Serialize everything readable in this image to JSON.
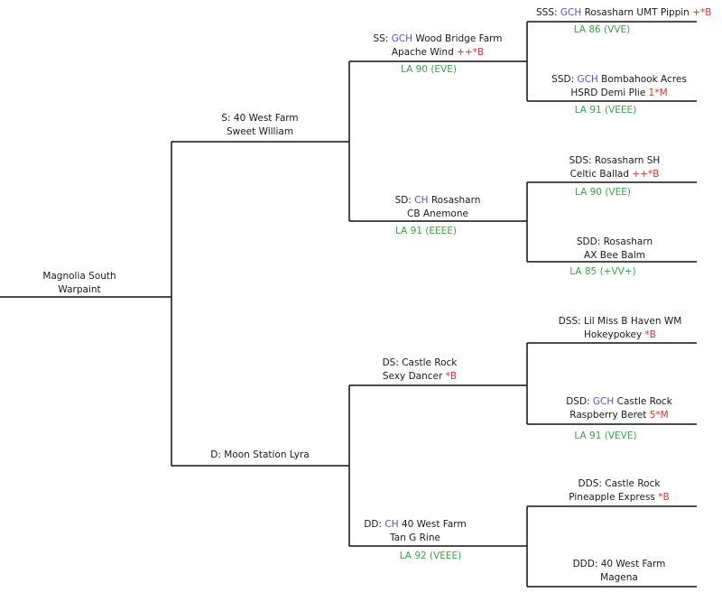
{
  "dam_name": {
    "p1": "Magnolia South",
    "p2": "Warpaint"
  },
  "s": {
    "p1": "S: 40 West Farm",
    "p2": "Sweet William"
  },
  "d": {
    "p1": "D: Moon Station Lyra"
  },
  "ss": {
    "p1": "SS: ",
    "t": "GCH",
    "p2": " Wood Bridge Farm",
    "p3": "Apache Wind ",
    "m": "++*B",
    "la": "LA 90 (EVE)"
  },
  "sd": {
    "p1": "SD: ",
    "t": "CH",
    "p2": " Rosasharn",
    "p3": "CB Anemone",
    "la": "LA 91 (EEEE)"
  },
  "ds": {
    "p1": "DS: Castle Rock",
    "p2": "Sexy Dancer ",
    "m": "*B"
  },
  "dd": {
    "p1": "DD: ",
    "t": "CH",
    "p2": " 40 West Farm",
    "p3": "Tan G Rine",
    "la": "LA 92 (VEEE)"
  },
  "sss": {
    "p1": "SSS: ",
    "t": "GCH",
    "p2": " Rosasharn UMT Pippin ",
    "m": "+*B",
    "la": "LA 86 (VVE)"
  },
  "ssd": {
    "p1": "SSD: ",
    "t": "GCH",
    "p2": " Bombahook Acres",
    "p3": "HSRD Demi Plie ",
    "m": "1*M",
    "la": "LA 91 (VEEE)"
  },
  "sds": {
    "p1": "SDS: Rosasharn SH",
    "p2": "Celtic Ballad ",
    "m": "++*B",
    "la": "LA 90 (VEE)"
  },
  "sdd": {
    "p1": "SDD: Rosasharn",
    "p2": "AX Bee Balm",
    "la": "LA 85 (+VV+)"
  },
  "dss": {
    "p1": "DSS: Lil Miss B Haven WM",
    "p2": "Hokeypokey ",
    "m": "*B"
  },
  "dsd": {
    "p1": "DSD: ",
    "t": "GCH",
    "p2": " Castle Rock",
    "p3": "Raspberry Beret ",
    "m": "5*M",
    "la": "LA 91 (VEVE)"
  },
  "dds": {
    "p1": "DDS: Castle Rock",
    "p2": "Pineapple Express ",
    "m": "*B"
  },
  "ddd": {
    "p1": "DDD: 40 West Farm",
    "p2": "Magena"
  },
  "colors": {
    "title": "#5555bb",
    "mark": "#e03030",
    "appraisal": "#3aa34a"
  }
}
